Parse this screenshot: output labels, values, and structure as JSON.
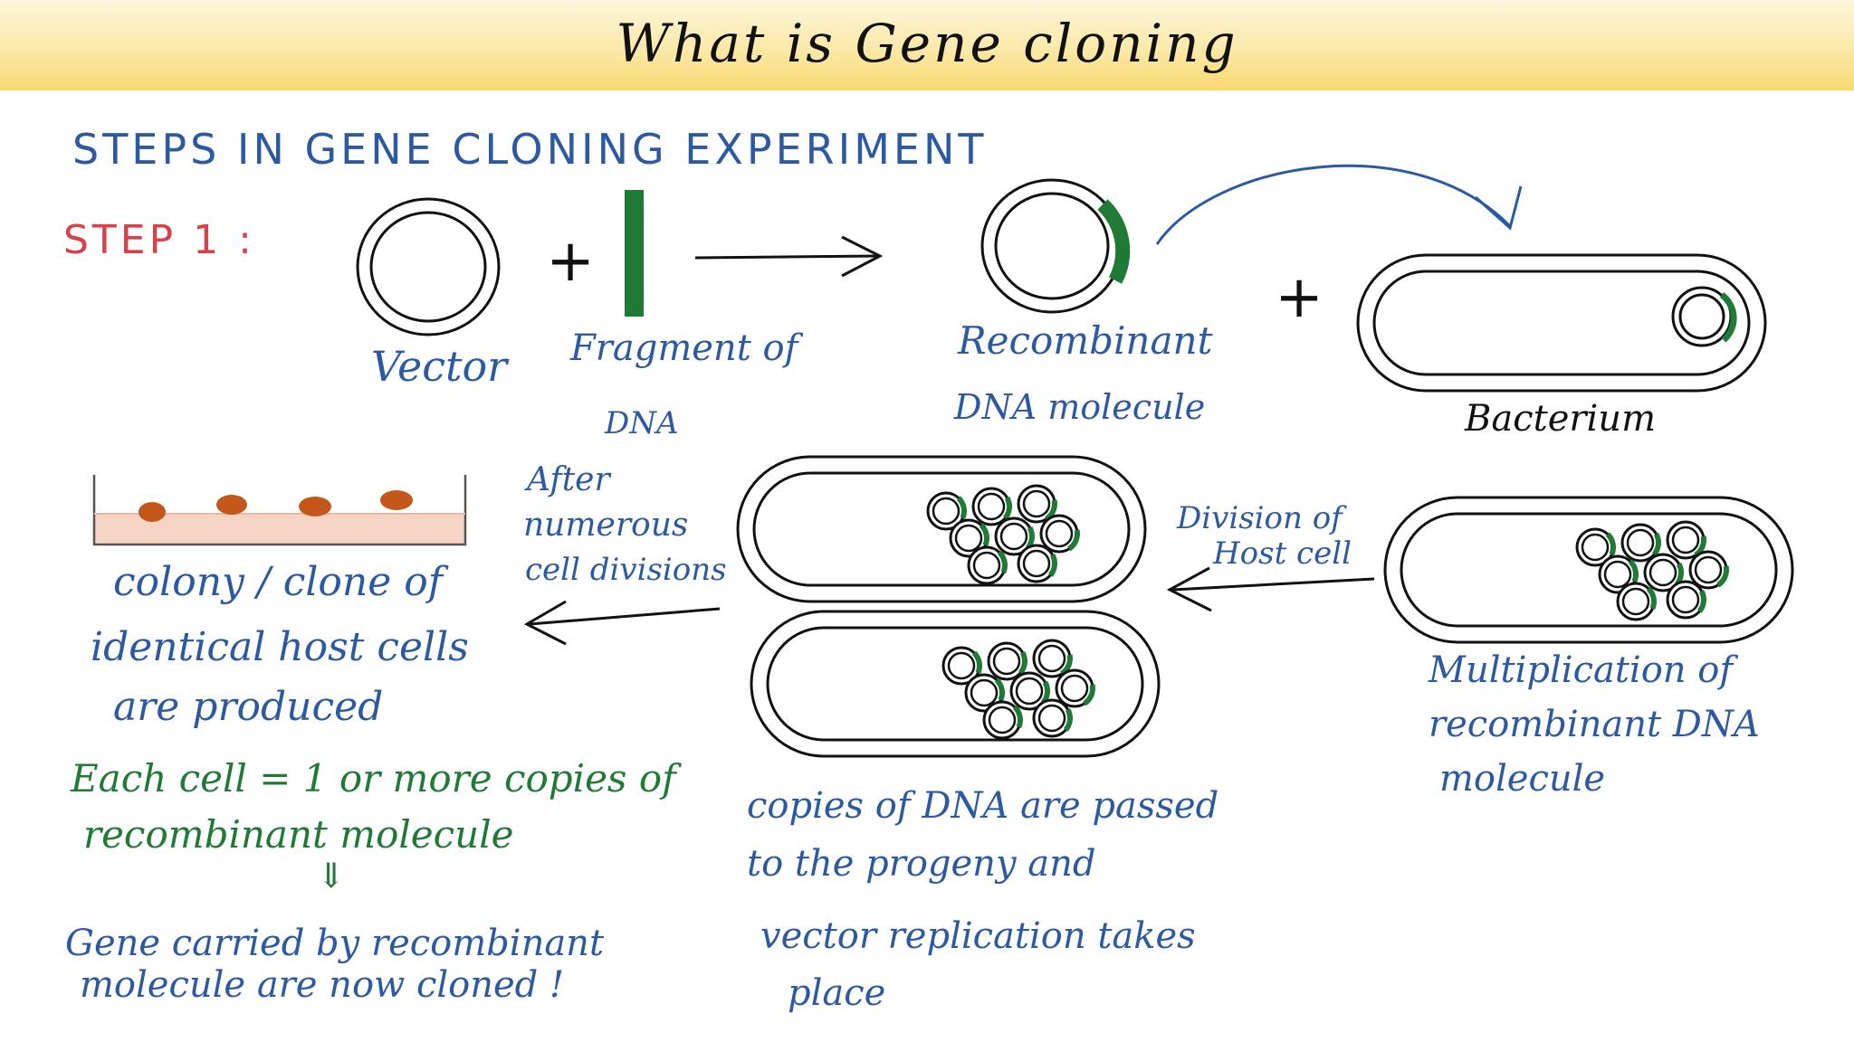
{
  "title": "What is Gene cloning",
  "heading": "STEPS IN GENE CLONING EXPERIMENT",
  "step_label": "STEP 1 :",
  "labels": {
    "vector": "Vector",
    "fragment_line1": "Fragment of",
    "fragment_line2": "DNA",
    "recombinant_line1": "Recombinant",
    "recombinant_line2": "DNA molecule",
    "bacterium": "Bacterium",
    "division_line1": "Division of",
    "division_line2": "Host cell",
    "multiplication_line1": "Multiplication of",
    "multiplication_line2": "recombinant DNA",
    "multiplication_line3": "molecule",
    "after_line1": "After",
    "after_line2": "numerous",
    "after_line3": "cell divisions",
    "copies_line1": "copies of DNA are passed",
    "copies_line2": "to the progeny and",
    "copies_line3": "vector replication takes",
    "copies_line4": "place",
    "colony_line1": "colony / clone of",
    "colony_line2": "identical host cells",
    "colony_line3": "are produced",
    "each_line1": "Each cell = 1 or more copies of",
    "each_line2": "recombinant molecule",
    "gene_line1": "Gene carried by recombinant",
    "gene_line2": "molecule are now cloned !"
  },
  "symbols": {
    "plus": "+",
    "down_arrow": "⇓"
  },
  "colors": {
    "ink": "#111111",
    "blue_ink": "#2c5aa0",
    "green_dna": "#1f7a35",
    "red_step": "#d8404a",
    "colony": "#c4581a",
    "medium": "#f6d4c4",
    "banner": "#f8d870"
  }
}
